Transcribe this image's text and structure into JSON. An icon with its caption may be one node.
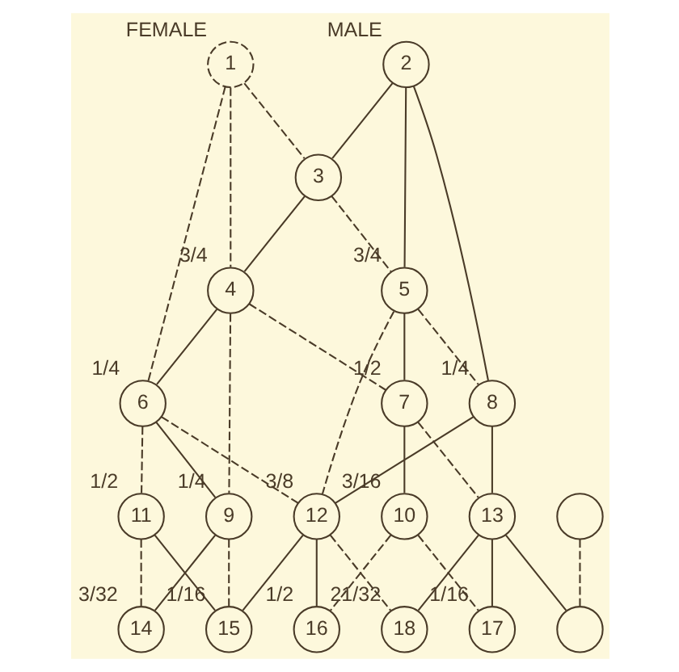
{
  "diagram": {
    "nodes": [
      {
        "text": [
          "1"
        ],
        "beside": [
          "FEMALE"
        ]
      },
      {
        "text": [
          "2"
        ],
        "beside": [
          "MALE"
        ]
      },
      {
        "text": [
          "3"
        ]
      },
      {
        "text": [
          "4"
        ],
        "beside": [
          "3/4"
        ]
      },
      {
        "text": [
          "5"
        ],
        "beside": [
          "3/4"
        ]
      },
      {
        "text": [
          "6"
        ],
        "beside": [
          "1/4"
        ]
      },
      {
        "text": [
          "7"
        ],
        "beside": [
          "1/2"
        ]
      },
      {
        "text": [
          "8"
        ],
        "beside": [
          "1/4"
        ]
      },
      {
        "text": [
          "9"
        ],
        "beside": [
          "1/4"
        ]
      },
      {
        "text": [
          "10"
        ],
        "beside": [
          "3/16"
        ]
      },
      {
        "text": [
          "11"
        ],
        "beside": [
          "1/2"
        ]
      },
      {
        "text": [
          "12"
        ],
        "beside": [
          "3/8"
        ]
      },
      {
        "text": [
          "13"
        ]
      },
      {
        "text": [
          "14"
        ],
        "beside": [
          "3/32"
        ]
      },
      {
        "text": [
          "15"
        ],
        "beside": [
          "1/16"
        ]
      },
      {
        "text": [
          "16"
        ],
        "beside": [
          "1/2"
        ]
      },
      {
        "text": [
          "17"
        ],
        "beside": [
          "1/16"
        ]
      },
      {
        "text": [
          "18"
        ],
        "beside": [
          "21/32"
        ]
      },
      {
        "text": [],
        "shape": "circle"
      },
      {
        "text": [],
        "shape": "circle"
      }
    ],
    "edges": [
      {
        "from": 0,
        "to": 2,
        "arrow": "none",
        "style": "dashed"
      },
      {
        "from": 1,
        "to": 2,
        "arrow": "none"
      },
      {
        "from": 0,
        "to": 3,
        "arrow": "none",
        "style": "dashed"
      },
      {
        "from": 0,
        "to": 5,
        "arrow": "none",
        "style": "dashed"
      },
      {
        "from": 1,
        "to": 4,
        "arrow": "none"
      },
      {
        "from": 1,
        "to": 7,
        "arrow": "none"
      },
      {
        "from": 2,
        "to": 3,
        "arrow": "none"
      },
      {
        "from": 2,
        "to": 4,
        "arrow": "none",
        "style": "dashed"
      },
      {
        "from": 3,
        "to": 5,
        "arrow": "none"
      },
      {
        "from": 3,
        "to": 6,
        "arrow": "none",
        "style": "dashed"
      },
      {
        "from": 4,
        "to": 6,
        "arrow": "none"
      },
      {
        "from": 4,
        "to": 7,
        "arrow": "none",
        "style": "dashed"
      },
      {
        "from": 3,
        "to": 8,
        "arrow": "none",
        "style": "dashed"
      },
      {
        "from": 5,
        "to": 8,
        "arrow": "none"
      },
      {
        "from": 5,
        "to": 10,
        "arrow": "none",
        "style": "dashed"
      },
      {
        "from": 5,
        "to": 11,
        "arrow": "none",
        "style": "dashed"
      },
      {
        "from": 6,
        "to": 9,
        "arrow": "none"
      },
      {
        "from": 6,
        "to": 12,
        "arrow": "none",
        "style": "dashed"
      },
      {
        "from": 4,
        "to": 11,
        "arrow": "none",
        "style": "dashed"
      },
      {
        "from": 7,
        "to": 11,
        "arrow": "none"
      },
      {
        "from": 7,
        "to": 12,
        "arrow": "none"
      },
      {
        "from": 8,
        "to": 13,
        "arrow": "none"
      },
      {
        "from": 8,
        "to": 14,
        "arrow": "none",
        "style": "dashed"
      },
      {
        "from": 9,
        "to": 15,
        "arrow": "none",
        "style": "dashed"
      },
      {
        "from": 9,
        "to": 16,
        "arrow": "none",
        "style": "dashed"
      },
      {
        "from": 10,
        "to": 13,
        "arrow": "none",
        "style": "dashed"
      },
      {
        "from": 10,
        "to": 14,
        "arrow": "none"
      },
      {
        "from": 11,
        "to": 14,
        "arrow": "none"
      },
      {
        "from": 11,
        "to": 15,
        "arrow": "none"
      },
      {
        "from": 11,
        "to": 17,
        "arrow": "none",
        "style": "dashed"
      },
      {
        "from": 12,
        "to": 16,
        "arrow": "none"
      },
      {
        "from": 12,
        "to": 17,
        "arrow": "none"
      },
      {
        "from": 12,
        "to": 19,
        "arrow": "none"
      },
      {
        "from": 18,
        "to": 19,
        "arrow": "none",
        "style": "dashed"
      }
    ]
  }
}
